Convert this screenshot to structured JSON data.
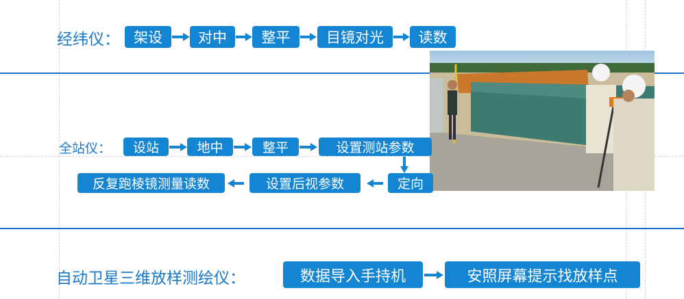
{
  "section1": {
    "label": "经纬仪：",
    "steps": [
      "架设",
      "对中",
      "整平",
      "目镜对光",
      "读数"
    ]
  },
  "section2": {
    "label": "全站仪：",
    "row1": [
      "设站",
      "地中",
      "整平",
      "设置测站参数"
    ],
    "row2": [
      "反复跑棱镜测量读数",
      "设置后视参数",
      "定向"
    ]
  },
  "section3": {
    "label": "自动卫星三维放样测绘仪：",
    "steps": [
      "数据导入手持机",
      "安照屏幕提示找放样点"
    ]
  },
  "colors": {
    "box": "#1485d3",
    "label": "#1a78c8",
    "rule": "#1a6fc4",
    "arrow": "#1485d3"
  }
}
